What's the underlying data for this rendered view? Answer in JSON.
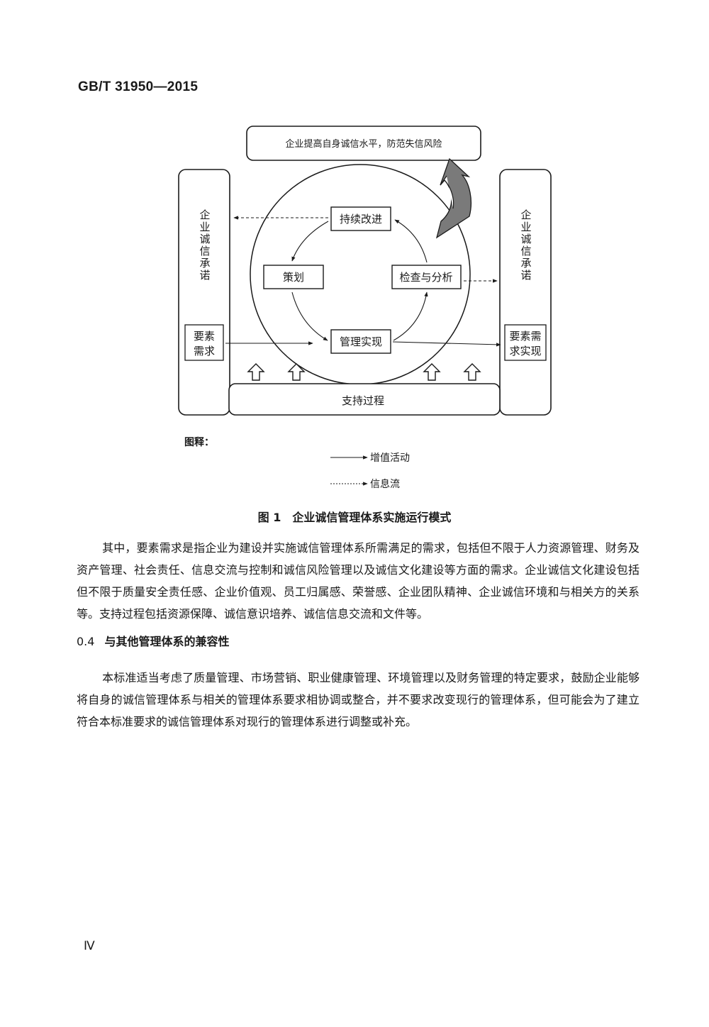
{
  "header": {
    "standard_number": "GB/T 31950—2015"
  },
  "figure": {
    "top_box": "企业提高自身诚信水平，防范失信风险",
    "left_column": "企业诚信承诺",
    "left_small_box": [
      "要素",
      "需求"
    ],
    "right_column": "企业诚信承诺",
    "right_small_box": [
      "要素需",
      "求实现"
    ],
    "cycle": {
      "continuous_improvement": "持续改进",
      "planning": "策划",
      "check_analysis": "检查与分析",
      "management_implementation": "管理实现"
    },
    "support_process": "支持过程",
    "legend": {
      "title": "图释：",
      "value_added": "增值活动",
      "info_flow": "信息流"
    },
    "caption": "图 1　企业诚信管理体系实施运行模式"
  },
  "body": {
    "paragraph1": "其中，要素需求是指企业为建设并实施诚信管理体系所需满足的需求，包括但不限于人力资源管理、财务及资产管理、社会责任、信息交流与控制和诚信风险管理以及诚信文化建设等方面的需求。企业诚信文化建设包括但不限于质量安全责任感、企业价值观、员工归属感、荣誉感、企业团队精神、企业诚信环境和与相关方的关系等。支持过程包括资源保障、诚信意识培养、诚信信息交流和文件等。",
    "section": {
      "number": "0.4",
      "title": "与其他管理体系的兼容性"
    },
    "paragraph2": "本标准适当考虑了质量管理、市场营销、职业健康管理、环境管理以及财务管理的特定要求，鼓励企业能够将自身的诚信管理体系与相关的管理体系要求相协调或整合，并不要求改变现行的管理体系，但可能会为了建立符合本标准要求的诚信管理体系对现行的管理体系进行调整或补充。"
  },
  "footer": {
    "page_number": "Ⅳ"
  }
}
